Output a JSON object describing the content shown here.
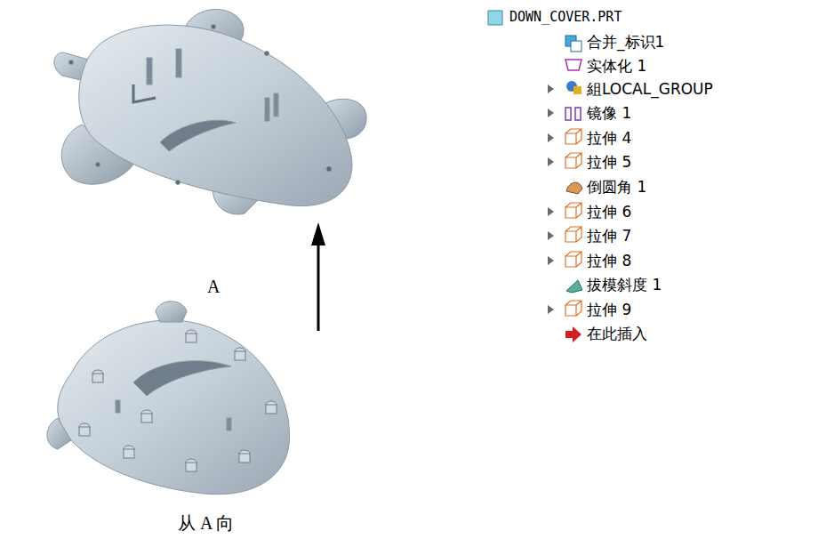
{
  "diagram": {
    "labels": [
      "A",
      "从 A 向",
      "DOWN_COVER.PRT",
      "合并_标识1",
      "实体化 1",
      "組LOCAL_GROUP",
      "镜像 1",
      "拉伸 4",
      "拉伸 5",
      "倒圆角 1",
      "拉伸 6",
      "拉伸 7",
      "拉伸 8",
      "拔模斜度 1",
      "拉伸 9",
      "在此插入"
    ]
  }
}
